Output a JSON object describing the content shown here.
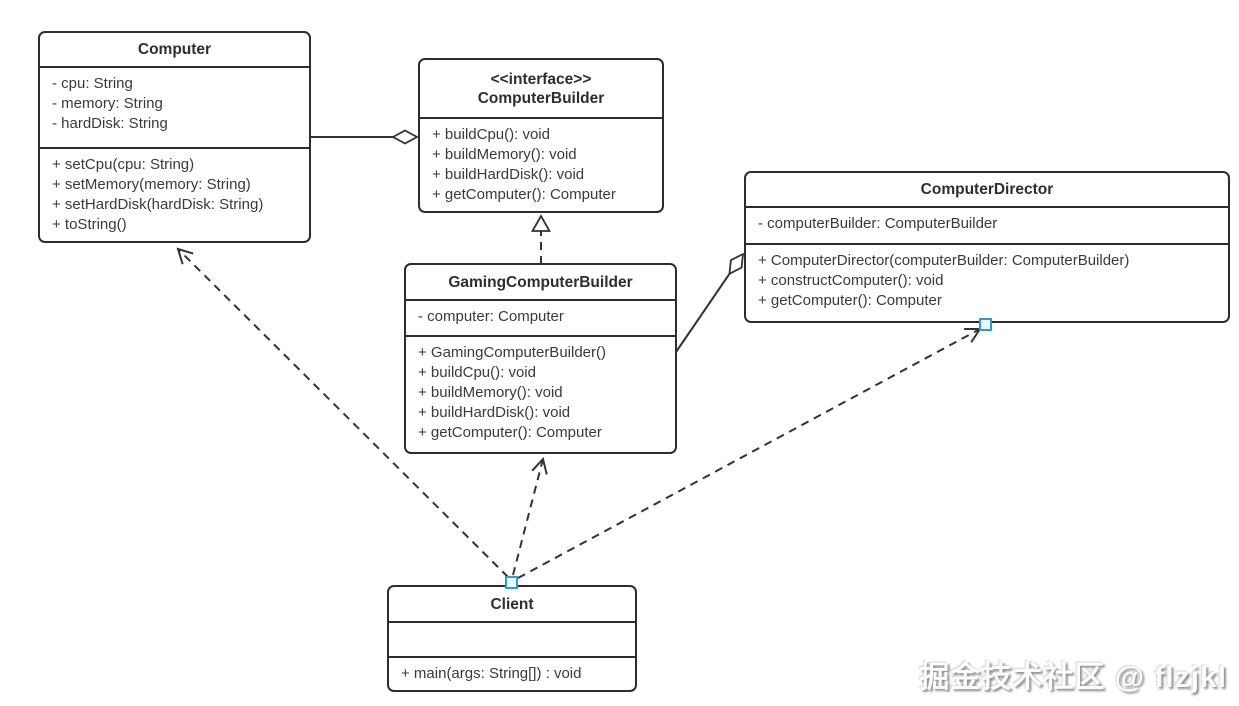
{
  "diagram": {
    "type": "uml-class-diagram",
    "classes": {
      "computer": {
        "title": "Computer",
        "attributes": [
          "- cpu: String",
          "- memory: String",
          "- hardDisk: String"
        ],
        "methods": [
          "+ setCpu(cpu: String)",
          "+ setMemory(memory: String)",
          "+ setHardDisk(hardDisk: String)",
          "+ toString()"
        ]
      },
      "computer_builder": {
        "stereotype": "<<interface>>",
        "title": "ComputerBuilder",
        "methods": [
          "+ buildCpu(): void",
          "+ buildMemory(): void",
          "+ buildHardDisk(): void",
          "+ getComputer(): Computer"
        ]
      },
      "computer_director": {
        "title": "ComputerDirector",
        "attributes": [
          "- computerBuilder: ComputerBuilder"
        ],
        "methods": [
          "+ ComputerDirector(computerBuilder: ComputerBuilder)",
          "+ constructComputer(): void",
          "+ getComputer(): Computer"
        ]
      },
      "gaming_computer_builder": {
        "title": "GamingComputerBuilder",
        "attributes": [
          "- computer: Computer"
        ],
        "methods": [
          "+ GamingComputerBuilder()",
          "+ buildCpu(): void",
          "+ buildMemory(): void",
          "+ buildHardDisk(): void",
          "+ getComputer(): Computer"
        ]
      },
      "client": {
        "title": "Client",
        "attributes": [],
        "methods": [
          "+ main(args: String[]) : void"
        ]
      }
    },
    "relationships": [
      {
        "type": "aggregation",
        "from": "Computer",
        "to": "ComputerBuilder",
        "line": "solid",
        "head": "hollow-diamond"
      },
      {
        "type": "realization",
        "from": "GamingComputerBuilder",
        "to": "ComputerBuilder",
        "line": "dashed",
        "head": "hollow-triangle"
      },
      {
        "type": "aggregation",
        "from": "GamingComputerBuilder",
        "to": "ComputerDirector",
        "line": "solid",
        "head": "hollow-diamond"
      },
      {
        "type": "dependency",
        "from": "Client",
        "to": "Computer",
        "line": "dashed",
        "head": "open-arrow"
      },
      {
        "type": "dependency",
        "from": "Client",
        "to": "GamingComputerBuilder",
        "line": "dashed",
        "head": "open-arrow"
      },
      {
        "type": "dependency",
        "from": "Client",
        "to": "ComputerDirector",
        "line": "dashed",
        "head": "open-arrow"
      }
    ],
    "watermark": "掘金技术社区 @ flzjkl",
    "colors": {
      "line": "#333333",
      "text": "#363636",
      "background": "#ffffff",
      "selection_handle": "#2f9bd6"
    }
  }
}
